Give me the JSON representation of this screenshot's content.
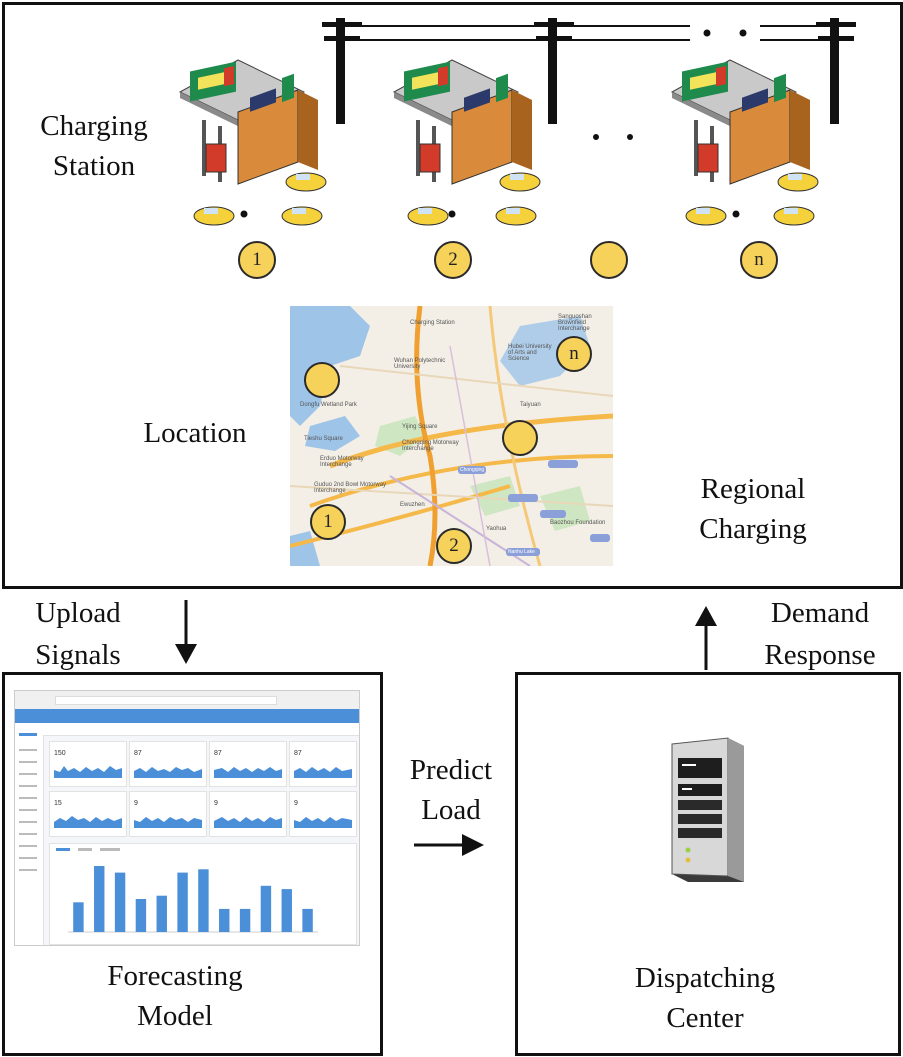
{
  "top_panel": {
    "charging_station_label": [
      "Charging",
      "Station"
    ],
    "location_label": "Location",
    "regional_label": [
      "Regional",
      "Charging"
    ],
    "station_badges": [
      "1",
      "2",
      "",
      "n"
    ],
    "map": {
      "badges": [
        "n",
        "",
        "",
        "1",
        "2"
      ],
      "places": [
        "Charging Station",
        "Wuhan Polytechnic University",
        "Dongfu Wetland Park",
        "Yijing Square",
        "Tieshu Square",
        "Chongqing Motorway Interchange",
        "Erduo Motorway Interchange",
        "Guduo 2nd Bowl Motorway Interchange",
        "Chongqing",
        "Ewuzhen",
        "Sanguoshan Brownfield Interchange",
        "Hubei University of Arts and Science",
        "Baozhou Foundation",
        "Nanhu Lake",
        "Yaohua",
        "Taiyuan"
      ]
    }
  },
  "arrows": {
    "upload": [
      "Upload",
      "Signals"
    ],
    "demand": [
      "Demand",
      "Response"
    ],
    "predict": [
      "Predict",
      "Load"
    ]
  },
  "forecast_panel": {
    "label": [
      "Forecasting",
      "Model"
    ],
    "dashboard": {
      "cards": [
        {
          "value": "150"
        },
        {
          "value": "87"
        },
        {
          "value": "87"
        },
        {
          "value": "87"
        },
        {
          "value": "15"
        },
        {
          "value": "9"
        },
        {
          "value": "9"
        },
        {
          "value": "9"
        }
      ],
      "bar_values": [
        45,
        100,
        90,
        50,
        55,
        90,
        95,
        35,
        35,
        70,
        65,
        35
      ]
    }
  },
  "dispatch_panel": {
    "label": [
      "Dispatching",
      "Center"
    ],
    "icon": "server-tower-icon"
  },
  "colors": {
    "badge": "#f6d25a",
    "taxi": "#f5d23c",
    "map_road": "#f5b94a",
    "map_water": "#9ec4e8",
    "dashboard_accent": "#4a8fd8"
  }
}
